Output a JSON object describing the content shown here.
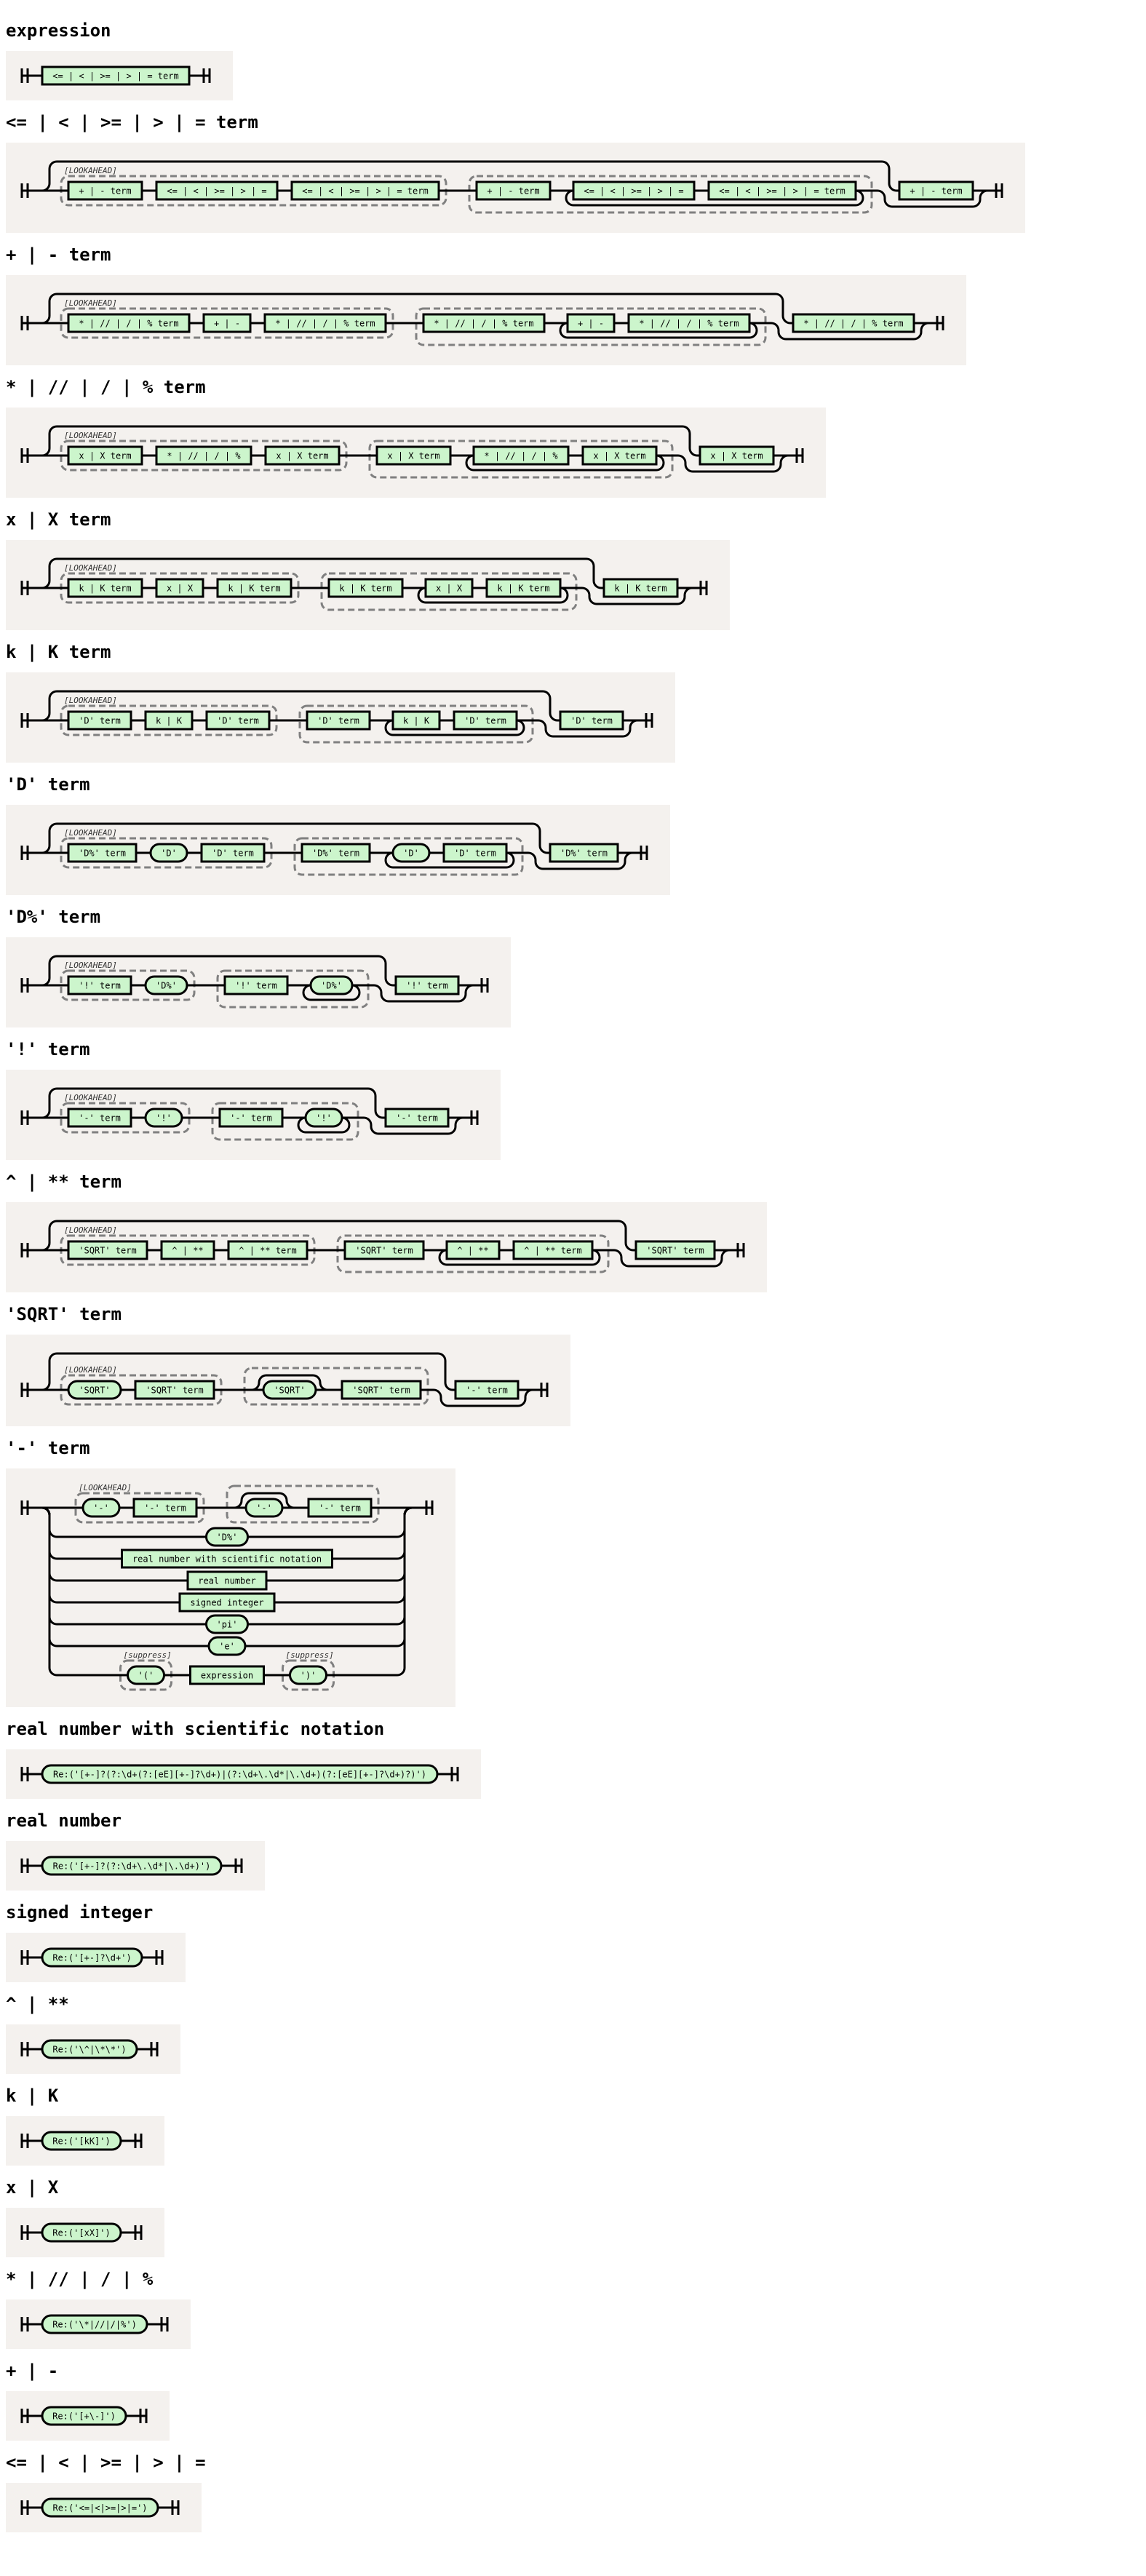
{
  "colors": {
    "panel_bg": "#f4f1ee",
    "node_fill": "#ccf5cc",
    "line": "#000000",
    "group_border": "#808080"
  },
  "annotations": {
    "lookahead": "[LOOKAHEAD]",
    "suppress": "[suppress]"
  },
  "rules": [
    {
      "title": "expression",
      "diagram": {
        "t": "seq",
        "items": [
          {
            "t": "nt",
            "label": "<= | < | >= | > | = term"
          }
        ]
      }
    },
    {
      "title": "<= | < | >= | > | = term",
      "diagram": {
        "t": "bypass",
        "items": [
          {
            "t": "group",
            "label": "[LOOKAHEAD]",
            "items": [
              {
                "t": "nt",
                "label": "+ | - term"
              },
              {
                "t": "nt",
                "label": "<= | < | >= | > | ="
              },
              {
                "t": "nt",
                "label": "<= | < | >= | > | = term"
              }
            ]
          },
          {
            "t": "group",
            "items": [
              {
                "t": "nt",
                "label": "+ | - term"
              },
              {
                "t": "loop",
                "items": [
                  {
                    "t": "nt",
                    "label": "<= | < | >= | > | ="
                  },
                  {
                    "t": "nt",
                    "label": "<= | < | >= | > | = term"
                  }
                ]
              }
            ]
          }
        ],
        "alt": [
          {
            "t": "nt",
            "label": "+ | - term"
          }
        ]
      }
    },
    {
      "title": "+ | - term",
      "diagram": {
        "t": "bypass",
        "items": [
          {
            "t": "group",
            "label": "[LOOKAHEAD]",
            "items": [
              {
                "t": "nt",
                "label": "* | // | / | % term"
              },
              {
                "t": "nt",
                "label": "+ | -"
              },
              {
                "t": "nt",
                "label": "* | // | / | % term"
              }
            ]
          },
          {
            "t": "group",
            "items": [
              {
                "t": "nt",
                "label": "* | // | / | % term"
              },
              {
                "t": "loop",
                "items": [
                  {
                    "t": "nt",
                    "label": "+ | -"
                  },
                  {
                    "t": "nt",
                    "label": "* | // | / | % term"
                  }
                ]
              }
            ]
          }
        ],
        "alt": [
          {
            "t": "nt",
            "label": "* | // | / | % term"
          }
        ]
      }
    },
    {
      "title": "* | // | / | % term",
      "diagram": {
        "t": "bypass",
        "items": [
          {
            "t": "group",
            "label": "[LOOKAHEAD]",
            "items": [
              {
                "t": "nt",
                "label": "x | X term"
              },
              {
                "t": "nt",
                "label": "* | // | / | %"
              },
              {
                "t": "nt",
                "label": "x | X term"
              }
            ]
          },
          {
            "t": "group",
            "items": [
              {
                "t": "nt",
                "label": "x | X term"
              },
              {
                "t": "loop",
                "items": [
                  {
                    "t": "nt",
                    "label": "* | // | / | %"
                  },
                  {
                    "t": "nt",
                    "label": "x | X term"
                  }
                ]
              }
            ]
          }
        ],
        "alt": [
          {
            "t": "nt",
            "label": "x | X term"
          }
        ]
      }
    },
    {
      "title": "x | X term",
      "diagram": {
        "t": "bypass",
        "items": [
          {
            "t": "group",
            "label": "[LOOKAHEAD]",
            "items": [
              {
                "t": "nt",
                "label": "k | K term"
              },
              {
                "t": "nt",
                "label": "x | X"
              },
              {
                "t": "nt",
                "label": "k | K term"
              }
            ]
          },
          {
            "t": "group",
            "items": [
              {
                "t": "nt",
                "label": "k | K term"
              },
              {
                "t": "loop",
                "items": [
                  {
                    "t": "nt",
                    "label": "x | X"
                  },
                  {
                    "t": "nt",
                    "label": "k | K term"
                  }
                ]
              }
            ]
          }
        ],
        "alt": [
          {
            "t": "nt",
            "label": "k | K term"
          }
        ]
      }
    },
    {
      "title": "k | K term",
      "diagram": {
        "t": "bypass",
        "items": [
          {
            "t": "group",
            "label": "[LOOKAHEAD]",
            "items": [
              {
                "t": "nt",
                "label": "'D' term"
              },
              {
                "t": "nt",
                "label": "k | K"
              },
              {
                "t": "nt",
                "label": "'D' term"
              }
            ]
          },
          {
            "t": "group",
            "items": [
              {
                "t": "nt",
                "label": "'D' term"
              },
              {
                "t": "loop",
                "items": [
                  {
                    "t": "nt",
                    "label": "k | K"
                  },
                  {
                    "t": "nt",
                    "label": "'D' term"
                  }
                ]
              }
            ]
          }
        ],
        "alt": [
          {
            "t": "nt",
            "label": "'D' term"
          }
        ]
      }
    },
    {
      "title": "'D' term",
      "diagram": {
        "t": "bypass",
        "items": [
          {
            "t": "group",
            "label": "[LOOKAHEAD]",
            "items": [
              {
                "t": "nt",
                "label": "'D%' term"
              },
              {
                "t": "term",
                "label": "'D'"
              },
              {
                "t": "nt",
                "label": "'D' term"
              }
            ]
          },
          {
            "t": "group",
            "items": [
              {
                "t": "nt",
                "label": "'D%' term"
              },
              {
                "t": "loop",
                "items": [
                  {
                    "t": "term",
                    "label": "'D'"
                  },
                  {
                    "t": "nt",
                    "label": "'D' term"
                  }
                ]
              }
            ]
          }
        ],
        "alt": [
          {
            "t": "nt",
            "label": "'D%' term"
          }
        ]
      }
    },
    {
      "title": "'D%' term",
      "diagram": {
        "t": "bypass",
        "items": [
          {
            "t": "group",
            "label": "[LOOKAHEAD]",
            "items": [
              {
                "t": "nt",
                "label": "'!' term"
              },
              {
                "t": "term",
                "label": "'D%'"
              }
            ]
          },
          {
            "t": "group",
            "items": [
              {
                "t": "nt",
                "label": "'!' term"
              },
              {
                "t": "loop",
                "items": [
                  {
                    "t": "term",
                    "label": "'D%'"
                  }
                ]
              }
            ]
          }
        ],
        "alt": [
          {
            "t": "nt",
            "label": "'!' term"
          }
        ]
      }
    },
    {
      "title": "'!' term",
      "diagram": {
        "t": "bypass",
        "items": [
          {
            "t": "group",
            "label": "[LOOKAHEAD]",
            "items": [
              {
                "t": "nt",
                "label": "'-' term"
              },
              {
                "t": "term",
                "label": "'!'"
              }
            ]
          },
          {
            "t": "group",
            "items": [
              {
                "t": "nt",
                "label": "'-' term"
              },
              {
                "t": "loop",
                "items": [
                  {
                    "t": "term",
                    "label": "'!'"
                  }
                ]
              }
            ]
          }
        ],
        "alt": [
          {
            "t": "nt",
            "label": "'-' term"
          }
        ]
      }
    },
    {
      "title": "^ | ** term",
      "diagram": {
        "t": "bypass",
        "items": [
          {
            "t": "group",
            "label": "[LOOKAHEAD]",
            "items": [
              {
                "t": "nt",
                "label": "'SQRT' term"
              },
              {
                "t": "nt",
                "label": "^ | **"
              },
              {
                "t": "nt",
                "label": "^ | ** term"
              }
            ]
          },
          {
            "t": "group",
            "items": [
              {
                "t": "nt",
                "label": "'SQRT' term"
              },
              {
                "t": "loop",
                "items": [
                  {
                    "t": "nt",
                    "label": "^ | **"
                  },
                  {
                    "t": "nt",
                    "label": "^ | ** term"
                  }
                ]
              }
            ]
          }
        ],
        "alt": [
          {
            "t": "nt",
            "label": "'SQRT' term"
          }
        ]
      }
    },
    {
      "title": "'SQRT' term",
      "diagram": {
        "t": "bypass",
        "items": [
          {
            "t": "group",
            "label": "[LOOKAHEAD]",
            "items": [
              {
                "t": "term",
                "label": "'SQRT'"
              },
              {
                "t": "nt",
                "label": "'SQRT' term"
              }
            ]
          },
          {
            "t": "group",
            "items": [
              {
                "t": "opt",
                "items": [
                  {
                    "t": "term",
                    "label": "'SQRT'"
                  }
                ]
              },
              {
                "t": "nt",
                "label": "'SQRT' term"
              }
            ]
          }
        ],
        "alt": [
          {
            "t": "nt",
            "label": "'-' term"
          }
        ]
      }
    },
    {
      "title": "'-' term",
      "diagram": {
        "t": "choice",
        "rows": [
          {
            "t": "seq",
            "items": [
              {
                "t": "group",
                "label": "[LOOKAHEAD]",
                "items": [
                  {
                    "t": "term",
                    "label": "'-'"
                  },
                  {
                    "t": "nt",
                    "label": "'-' term"
                  }
                ]
              },
              {
                "t": "group",
                "items": [
                  {
                    "t": "opt",
                    "items": [
                      {
                        "t": "term",
                        "label": "'-'"
                      }
                    ]
                  },
                  {
                    "t": "nt",
                    "label": "'-' term"
                  }
                ]
              }
            ]
          },
          {
            "t": "seq",
            "items": [
              {
                "t": "term",
                "label": "'D%'"
              }
            ]
          },
          {
            "t": "seq",
            "items": [
              {
                "t": "nt",
                "label": "real number with scientific notation"
              }
            ]
          },
          {
            "t": "seq",
            "items": [
              {
                "t": "nt",
                "label": "real number"
              }
            ]
          },
          {
            "t": "seq",
            "items": [
              {
                "t": "nt",
                "label": "signed integer"
              }
            ]
          },
          {
            "t": "seq",
            "items": [
              {
                "t": "term",
                "label": "'pi'"
              }
            ]
          },
          {
            "t": "seq",
            "items": [
              {
                "t": "term",
                "label": "'e'"
              }
            ]
          },
          {
            "t": "seq",
            "items": [
              {
                "t": "group",
                "label": "[suppress]",
                "items": [
                  {
                    "t": "term",
                    "label": "'('"
                  }
                ]
              },
              {
                "t": "nt",
                "label": "expression"
              },
              {
                "t": "group",
                "label": "[suppress]",
                "items": [
                  {
                    "t": "term",
                    "label": "')'"
                  }
                ]
              }
            ]
          }
        ]
      }
    },
    {
      "title": "real number with scientific notation",
      "diagram": {
        "t": "seq",
        "items": [
          {
            "t": "term",
            "label": "Re:('[+-]?(?:\\d+(?:[eE][+-]?\\d+)|(?:\\d+\\.\\d*|\\.\\d+)(?:[eE][+-]?\\d+)?)')"
          }
        ]
      }
    },
    {
      "title": "real number",
      "diagram": {
        "t": "seq",
        "items": [
          {
            "t": "term",
            "label": "Re:('[+-]?(?:\\d+\\.\\d*|\\.\\d+)')"
          }
        ]
      }
    },
    {
      "title": "signed integer",
      "diagram": {
        "t": "seq",
        "items": [
          {
            "t": "term",
            "label": "Re:('[+-]?\\d+')"
          }
        ]
      }
    },
    {
      "title": "^ | **",
      "diagram": {
        "t": "seq",
        "items": [
          {
            "t": "term",
            "label": "Re:('\\^|\\*\\*')"
          }
        ]
      }
    },
    {
      "title": "k | K",
      "diagram": {
        "t": "seq",
        "items": [
          {
            "t": "term",
            "label": "Re:('[kK]')"
          }
        ]
      }
    },
    {
      "title": "x | X",
      "diagram": {
        "t": "seq",
        "items": [
          {
            "t": "term",
            "label": "Re:('[xX]')"
          }
        ]
      }
    },
    {
      "title": "* | // | / | %",
      "diagram": {
        "t": "seq",
        "items": [
          {
            "t": "term",
            "label": "Re:('\\*|//|/|%')"
          }
        ]
      }
    },
    {
      "title": "+ | -",
      "diagram": {
        "t": "seq",
        "items": [
          {
            "t": "term",
            "label": "Re:('[+\\-]')"
          }
        ]
      }
    },
    {
      "title": "<= | < | >= | > | =",
      "diagram": {
        "t": "seq",
        "items": [
          {
            "t": "term",
            "label": "Re:('<=|<|>=|>|=')"
          }
        ]
      }
    }
  ]
}
